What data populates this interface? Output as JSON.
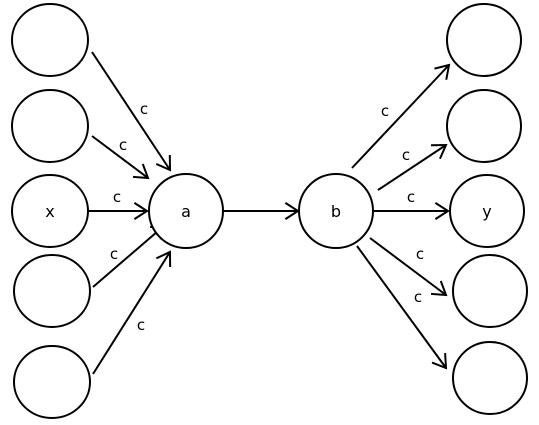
{
  "diagram": {
    "nodes": [
      {
        "id": "in1",
        "label": ""
      },
      {
        "id": "in2",
        "label": ""
      },
      {
        "id": "x",
        "label": "x"
      },
      {
        "id": "in4",
        "label": ""
      },
      {
        "id": "in5",
        "label": ""
      },
      {
        "id": "a",
        "label": "a"
      },
      {
        "id": "b",
        "label": "b"
      },
      {
        "id": "out1",
        "label": ""
      },
      {
        "id": "out2",
        "label": ""
      },
      {
        "id": "y",
        "label": "y"
      },
      {
        "id": "out4",
        "label": ""
      },
      {
        "id": "out5",
        "label": ""
      }
    ],
    "edges": [
      {
        "from": "in1",
        "to": "a",
        "label": "c"
      },
      {
        "from": "in2",
        "to": "a",
        "label": "c"
      },
      {
        "from": "x",
        "to": "a",
        "label": "c"
      },
      {
        "from": "in4",
        "to": "a",
        "label": "c"
      },
      {
        "from": "in5",
        "to": "a",
        "label": "c"
      },
      {
        "from": "a",
        "to": "b",
        "label": ""
      },
      {
        "from": "b",
        "to": "out1",
        "label": "c"
      },
      {
        "from": "b",
        "to": "out2",
        "label": "c"
      },
      {
        "from": "b",
        "to": "y",
        "label": "c"
      },
      {
        "from": "b",
        "to": "out4",
        "label": "c"
      },
      {
        "from": "b",
        "to": "out5",
        "label": "c"
      }
    ]
  }
}
